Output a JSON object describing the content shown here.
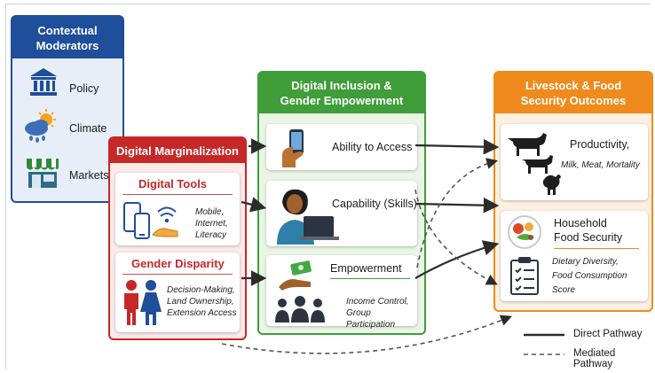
{
  "moderators": {
    "title": "Contextual Moderators",
    "items": [
      {
        "label": "Policy",
        "icon": "government-building-icon"
      },
      {
        "label": "Climate",
        "icon": "sun-cloud-rain-icon"
      },
      {
        "label": "Markets",
        "icon": "market-stall-icon"
      }
    ]
  },
  "marginalization": {
    "title": "Digital Marginalization",
    "tools": {
      "title": "Digital Tools",
      "detail": [
        "Mobile,",
        "Internet,",
        "Literacy"
      ]
    },
    "gender": {
      "title": "Gender Disparity",
      "detail": [
        "Decision-Making,",
        "Land Ownership,",
        "Extension Access"
      ]
    }
  },
  "inclusion": {
    "title": "Digital Inclusion & Gender Empowerment",
    "access": {
      "label": "Ability to Access"
    },
    "capability": {
      "label": "Capability (Skills)"
    },
    "empowerment": {
      "label": "Empowerment",
      "detail": [
        "Income Control,",
        "Group Participation"
      ]
    }
  },
  "outcomes": {
    "title": "Livestock & Food Security Outcomes",
    "productivity": {
      "label": "Productivity,",
      "detail": "Milk, Meat, Mortality"
    },
    "food": {
      "label": [
        "Household",
        "Food Security"
      ],
      "detail": [
        "Dietary Diversity,",
        "Food Consumption Score"
      ]
    }
  },
  "legend": {
    "direct": "Direct Pathway",
    "mediated": "Mediated Pathway"
  },
  "colors": {
    "blue": "#1f4e9a",
    "red": "#c62828",
    "green": "#3f9e3a",
    "orange": "#ef8a1c",
    "skin": "#a0612e"
  }
}
